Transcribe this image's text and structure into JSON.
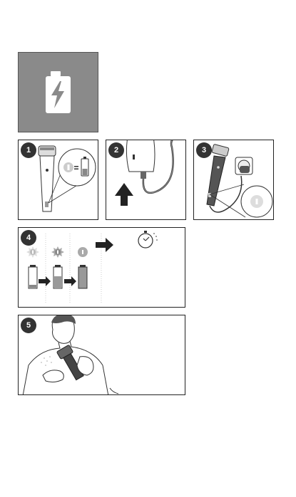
{
  "steps": [
    {
      "number": "1"
    },
    {
      "number": "2"
    },
    {
      "number": "3"
    },
    {
      "number": "4"
    },
    {
      "number": "5"
    }
  ],
  "colors": {
    "hero_background": "#8a8a8a",
    "battery_icon": "#ffffff",
    "device_dark": "#555555",
    "badge": "#333333"
  }
}
